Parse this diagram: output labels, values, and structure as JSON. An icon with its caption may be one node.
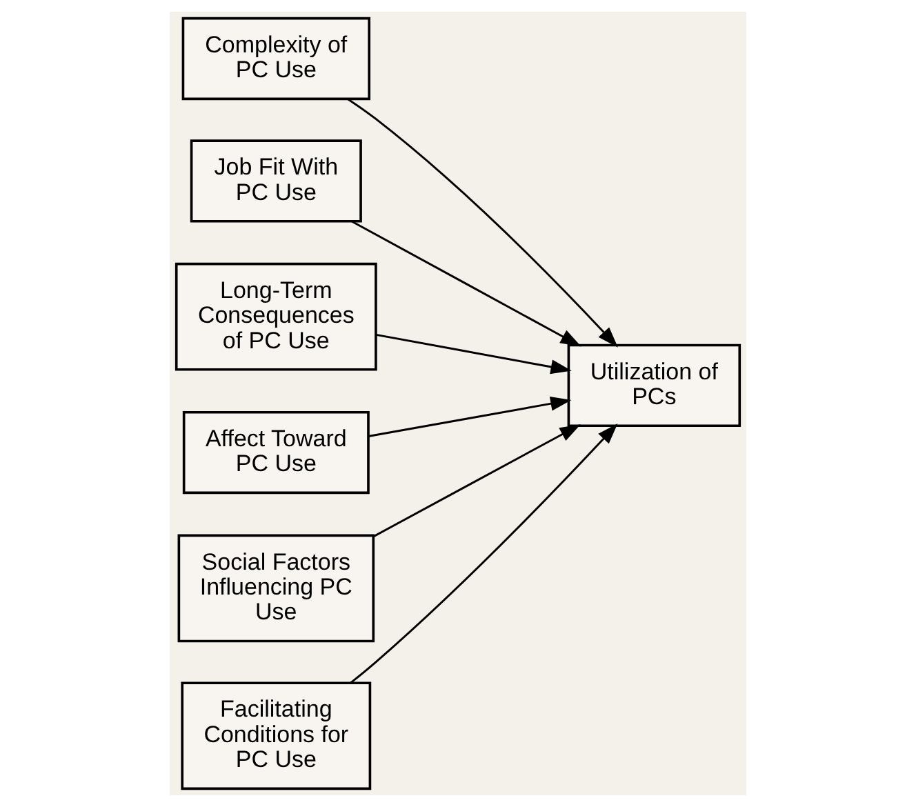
{
  "diagram": {
    "nodes": [
      {
        "text": [
          "Complexity of PC Use"
        ]
      },
      {
        "text": [
          "Job Fit With PC Use"
        ]
      },
      {
        "text": [
          "Long-Term Consequences of PC Use"
        ]
      },
      {
        "text": [
          "Affect Toward PC Use"
        ]
      },
      {
        "text": [
          "Social Factors Influencing PC Use"
        ]
      },
      {
        "text": [
          "Facilitating Conditions for PC Use"
        ]
      },
      {
        "text": [
          "Utilization of PCs"
        ]
      }
    ],
    "edges": [
      {
        "from": 0,
        "to": 6,
        "arrow": "to"
      },
      {
        "from": 1,
        "to": 6,
        "arrow": "to"
      },
      {
        "from": 2,
        "to": 6,
        "arrow": "to"
      },
      {
        "from": 3,
        "to": 6,
        "arrow": "to"
      },
      {
        "from": 4,
        "to": 6,
        "arrow": "to"
      },
      {
        "from": 5,
        "to": 6,
        "arrow": "to"
      }
    ]
  }
}
